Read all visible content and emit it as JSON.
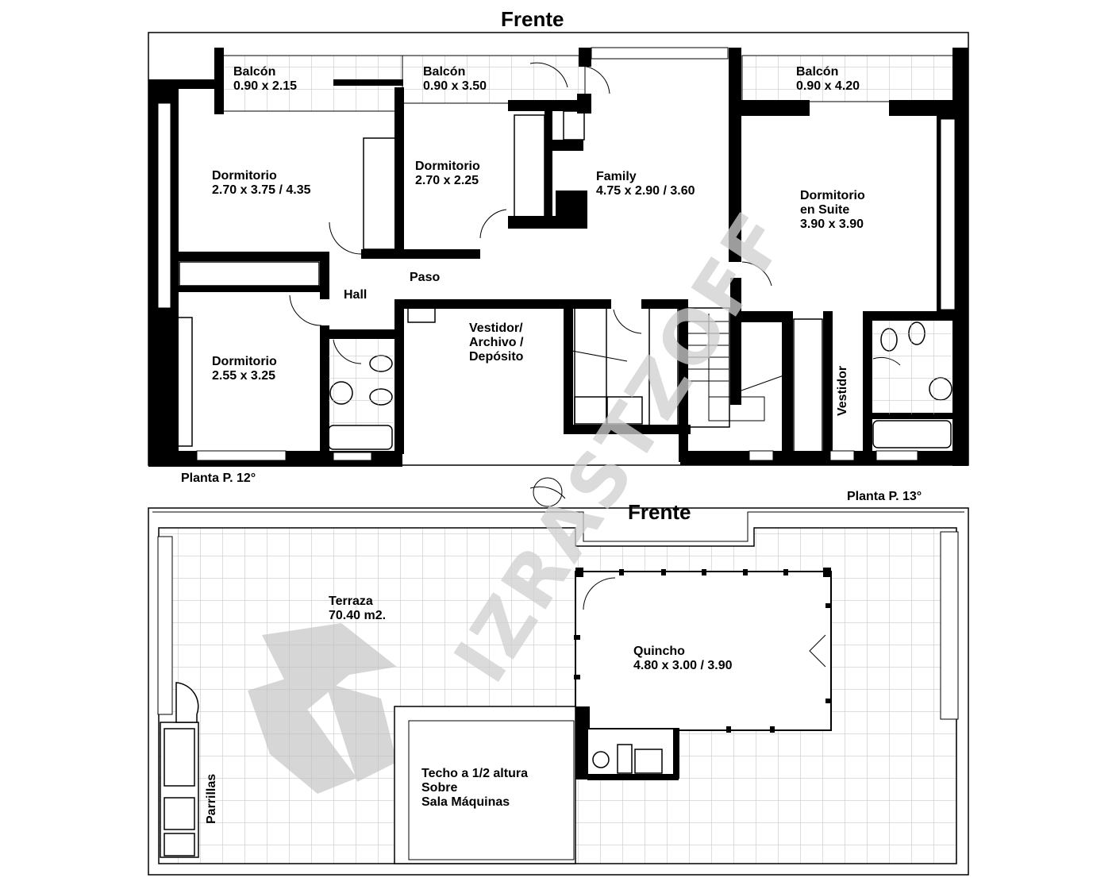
{
  "upper_plan": {
    "front_label": "Frente",
    "floor_label": "Planta P. 12°",
    "rooms": {
      "balcon_1": [
        "Balcón",
        "0.90 x 2.15"
      ],
      "balcon_2": [
        "Balcón",
        "0.90 x 3.50"
      ],
      "balcon_3": [
        "Balcón",
        "0.90 x 4.20"
      ],
      "dormitorio_1": [
        "Dormitorio",
        "2.70 x 3.75 / 4.35"
      ],
      "dormitorio_2": [
        "Dormitorio",
        "2.70 x 2.25"
      ],
      "family": [
        "Family",
        "4.75 x 2.90 / 3.60"
      ],
      "suite": [
        "Dormitorio",
        "en Suite",
        "3.90 x 3.90"
      ],
      "paso": "Paso",
      "hall": "Hall",
      "dormitorio_3": [
        "Dormitorio",
        "2.55 x 3.25"
      ],
      "vestidor_archivo": [
        "Vestidor/",
        "Archivo /",
        "Depósito"
      ],
      "vestidor": "Vestidor"
    }
  },
  "lower_plan": {
    "front_label": "Frente",
    "floor_label": "Planta P. 13°",
    "rooms": {
      "terraza": [
        "Terraza",
        "70.40 m2."
      ],
      "quincho": [
        "Quincho",
        "4.80 x 3.00 / 3.90"
      ],
      "techo": [
        "Techo a 1/2 altura",
        "Sobre",
        "Sala Máquinas"
      ],
      "parrillas": "Parrillas"
    }
  },
  "watermark": "IZRASTZOFF"
}
